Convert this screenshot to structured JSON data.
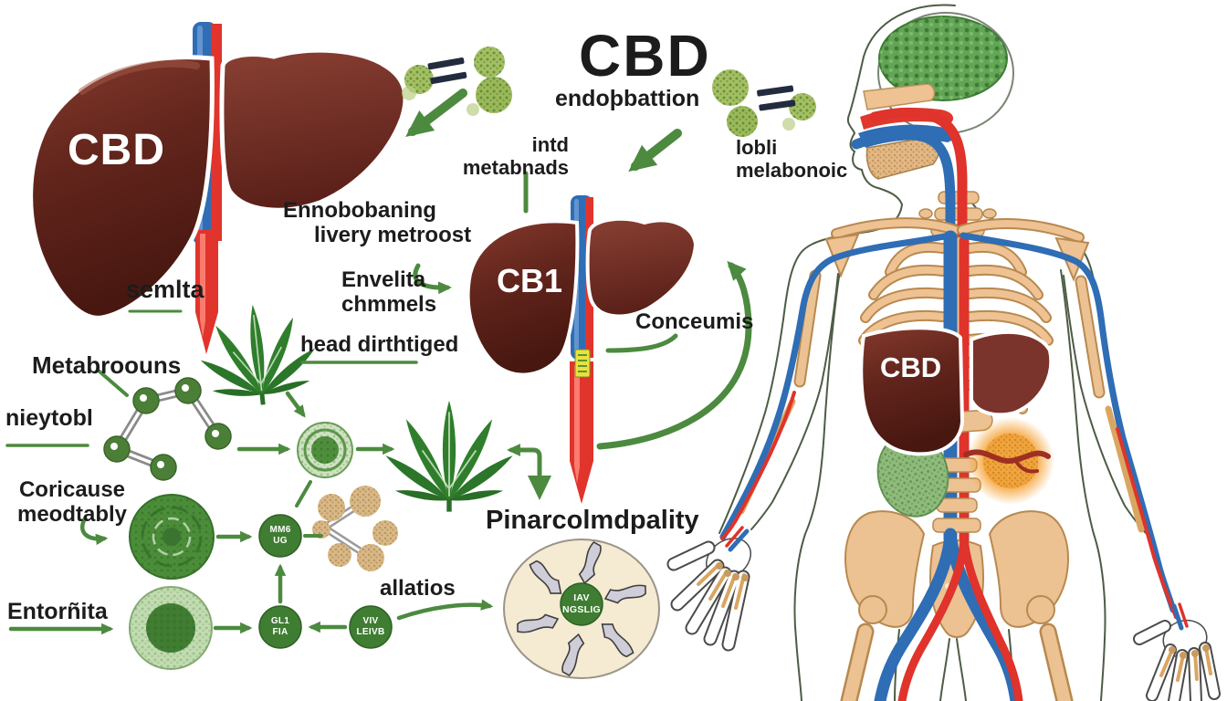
{
  "title": {
    "main": "CBD",
    "subtitle": "endoþbattion"
  },
  "labels": {
    "liver_large": "CBD",
    "semlta": "semlta",
    "intd_1": "intd",
    "intd_2": "metabnads",
    "lobli_1": "lobli",
    "lobli_2": "melabonoic",
    "enno_1": "Ennobobaning",
    "enno_2": "livery metroost",
    "envelita_1": "Envelita",
    "envelita_2": "chmmels",
    "head_dirthtiged": "head dirthtiged",
    "cb1": "CB1",
    "conceumis": "Conceumis",
    "metabroouns": "Metabroouns",
    "nieytobl": "nieytobl",
    "coricause_1": "Coricause",
    "coricause_2": "meodtably",
    "entornita": "Entorñita",
    "pinarcolmdpality": "Pinarcolmdpality",
    "allatios": "allatios",
    "body_liver": "CBD",
    "node_a_1": "MM6",
    "node_a_2": "UG",
    "node_b_1": "GL1",
    "node_b_2": "FIA",
    "node_c_1": "VIV",
    "node_c_2": "LEIVB",
    "node_center_1": "IAV",
    "node_center_2": "NGSLIG"
  },
  "colors": {
    "arrow_green": "#4c8a3f",
    "liver_dark": "#6b2a21",
    "vessel_red": "#e0342c",
    "vessel_blue": "#2f6db5",
    "node_green": "#3f7d33",
    "molecule_green": "#a5bf63",
    "bone_tan": "#ecc293",
    "diagram_beige": "#f5ead2",
    "brain_green": "#63a556",
    "organ_orange": "#f59a24"
  }
}
